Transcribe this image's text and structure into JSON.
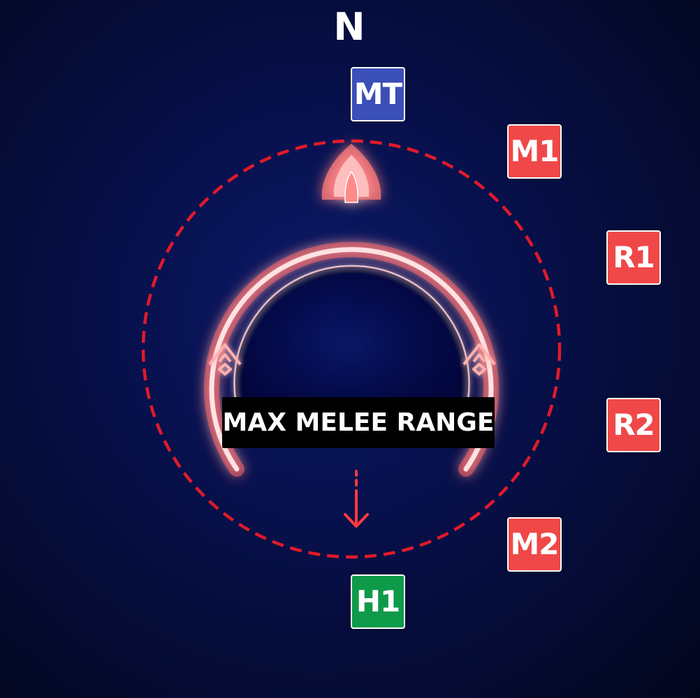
{
  "compass": {
    "north_label": "N"
  },
  "arena": {
    "boss_hitbox": {
      "label": "MAX MELEE RANGE"
    },
    "boss_facing": "north",
    "boss_movement_icon": "down-arrow-icon",
    "colors": {
      "background": "#07104a",
      "hitbox_glow": "#ff4d4d",
      "dashed_ring": "#e01a2a",
      "arrow": "#ff3b3b"
    }
  },
  "markers": {
    "mt": {
      "label": "MT",
      "color": "#3b4fb8"
    },
    "m1": {
      "label": "M1",
      "color": "#f04848"
    },
    "r1": {
      "label": "R1",
      "color": "#f04848"
    },
    "r2": {
      "label": "R2",
      "color": "#f04848"
    },
    "m2": {
      "label": "M2",
      "color": "#f04848"
    },
    "h1": {
      "label": "H1",
      "color": "#0f9a4a"
    }
  }
}
